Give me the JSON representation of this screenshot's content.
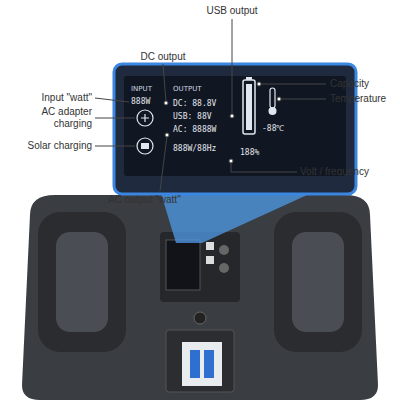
{
  "diagram": {
    "nodes": [
      {
        "text": [
          "INPUT",
          "888W",
          "OUTPUT",
          "DC: 88.8V",
          "USB: 88V",
          "AC: 8888W",
          "888W/88Hz",
          "188%",
          "-88℃"
        ]
      }
    ],
    "labels": [
      "DC output",
      "USB output",
      "Capacity",
      "Temperature",
      "Input \"watt\"",
      "AC adapter charging",
      "Solar charging",
      "AC output \"watt\"",
      "Volt / frequency"
    ]
  }
}
